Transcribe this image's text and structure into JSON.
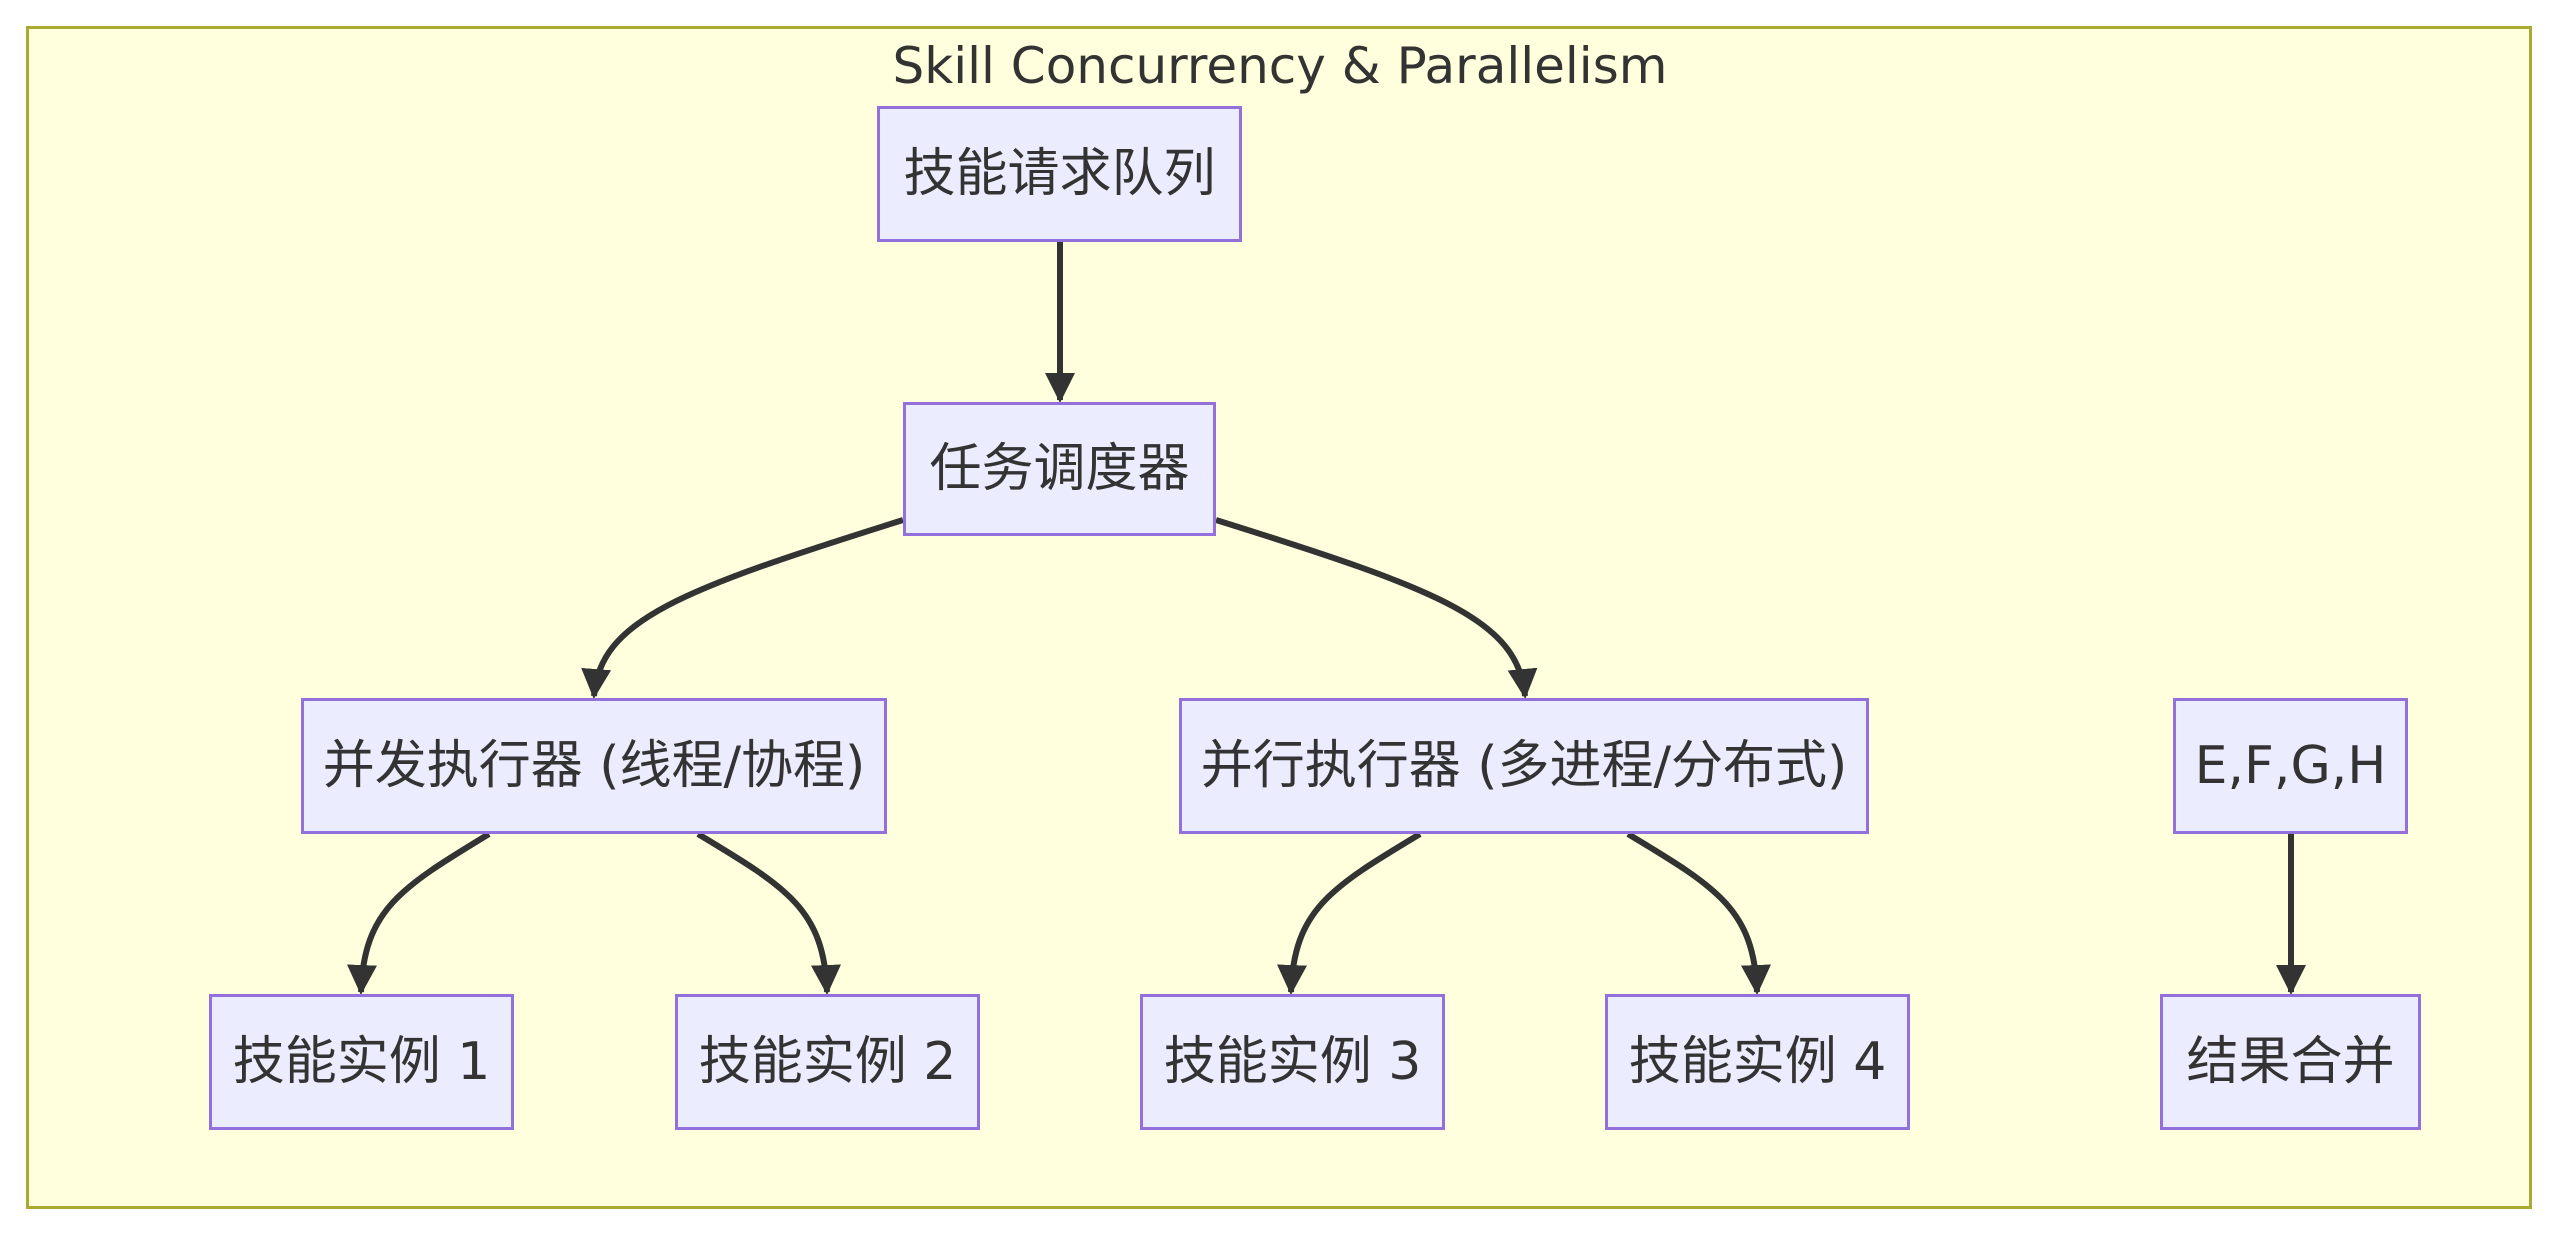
{
  "diagram": {
    "title": "Skill Concurrency & Parallelism",
    "colors": {
      "cluster_fill": "#ffffde",
      "cluster_border": "#aaaa33",
      "node_fill": "#ececff",
      "node_border": "#9370db",
      "edge": "#333333",
      "text": "#333333"
    },
    "nodes": {
      "queue": "技能请求队列",
      "scheduler": "任务调度器",
      "concurrent": "并发执行器 (线程/协程)",
      "parallel": "并行执行器 (多进程/分布式)",
      "efgh": "E,F,G,H",
      "skill1": "技能实例 1",
      "skill2": "技能实例 2",
      "skill3": "技能实例 3",
      "skill4": "技能实例 4",
      "merge": "结果合并"
    },
    "edges": [
      {
        "from": "queue",
        "to": "scheduler"
      },
      {
        "from": "scheduler",
        "to": "concurrent"
      },
      {
        "from": "scheduler",
        "to": "parallel"
      },
      {
        "from": "concurrent",
        "to": "skill1"
      },
      {
        "from": "concurrent",
        "to": "skill2"
      },
      {
        "from": "parallel",
        "to": "skill3"
      },
      {
        "from": "parallel",
        "to": "skill4"
      },
      {
        "from": "efgh",
        "to": "merge"
      }
    ]
  }
}
